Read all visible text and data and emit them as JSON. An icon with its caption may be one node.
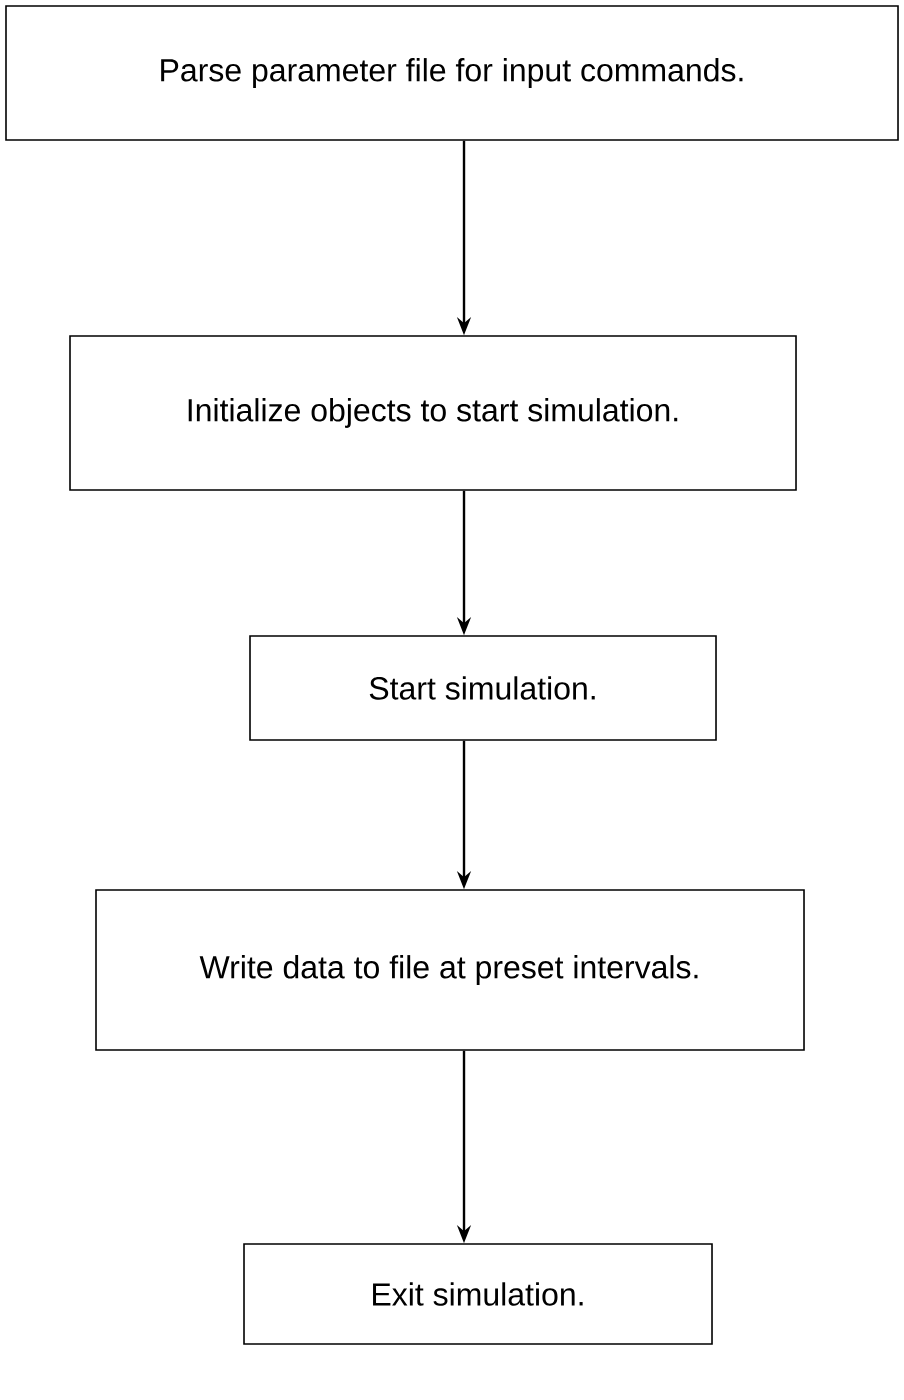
{
  "diagram": {
    "nodes": [
      {
        "text": [
          "Parse parameter file for input commands."
        ]
      },
      {
        "text": [
          "Initialize objects to start simulation."
        ]
      },
      {
        "text": [
          "Start simulation."
        ]
      },
      {
        "text": [
          "Write data to file at preset intervals."
        ]
      },
      {
        "text": [
          "Exit simulation."
        ]
      }
    ],
    "edges": [
      {
        "from": 0,
        "to": 1,
        "arrow": "to"
      },
      {
        "from": 1,
        "to": 2,
        "arrow": "to"
      },
      {
        "from": 2,
        "to": 3,
        "arrow": "to"
      },
      {
        "from": 3,
        "to": 4,
        "arrow": "to"
      }
    ]
  }
}
